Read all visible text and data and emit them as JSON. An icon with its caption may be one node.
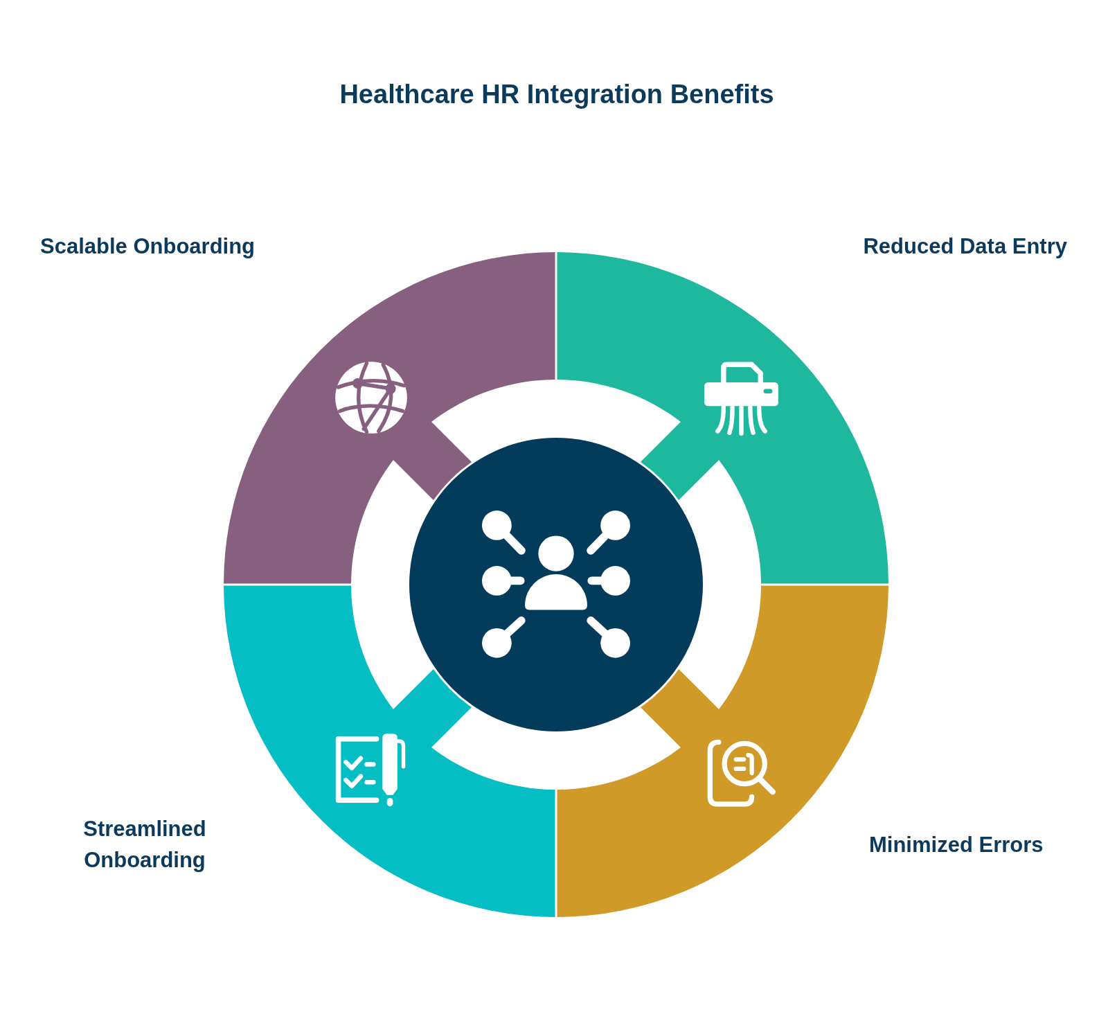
{
  "diagram": {
    "title": "Healthcare HR Integration Benefits",
    "nodes": [
      {
        "text": [
          "Scalable Onboarding"
        ]
      },
      {
        "text": [
          "Reduced Data Entry"
        ]
      },
      {
        "text": [],
        "shape": "circle"
      },
      {
        "text": [
          "Streamlined Onboarding"
        ]
      },
      {
        "text": [
          "Minimized Errors"
        ]
      }
    ]
  }
}
